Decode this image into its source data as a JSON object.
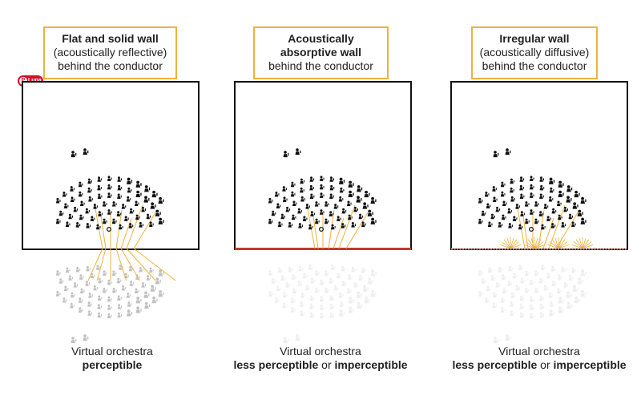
{
  "badge": {
    "text": "Lupa",
    "pin_glyph": "P"
  },
  "panels": [
    {
      "title_bold": "Flat and solid wall",
      "title_rest": [
        "(acoustically reflective)",
        "behind the conductor"
      ],
      "caption_plain": "Virtual orchestra",
      "caption_bold_a": "perceptible",
      "caption_mid": "",
      "caption_bold_b": "",
      "wall": "reflective",
      "mirror_opacity": 0.45
    },
    {
      "title_bold": "Acoustically absorptive wall",
      "title_rest": [
        "behind the conductor"
      ],
      "caption_plain": "Virtual orchestra",
      "caption_bold_a": "less perceptible",
      "caption_mid": " or ",
      "caption_bold_b": "imperceptible",
      "wall": "absorptive",
      "mirror_opacity": 0.12
    },
    {
      "title_bold": "Irregular wall",
      "title_rest": [
        "(acoustically diffusive)",
        "behind the conductor"
      ],
      "caption_plain": "Virtual orchestra",
      "caption_bold_a": "less perceptible",
      "caption_mid": " or ",
      "caption_bold_b": "imperceptible",
      "wall": "diffusive",
      "mirror_opacity": 0.12
    }
  ],
  "colors": {
    "frame": "#111111",
    "label_border": "#f0b23a",
    "ray": "#f0b23a",
    "absorptive_wall": "#c0392b",
    "diffusive_wall": "#e2a19a",
    "musician": "#111111",
    "badge": "#d2112a"
  },
  "icons": [
    "musician-icon",
    "conductor-icon",
    "sound-ray-icon",
    "pin-icon"
  ]
}
